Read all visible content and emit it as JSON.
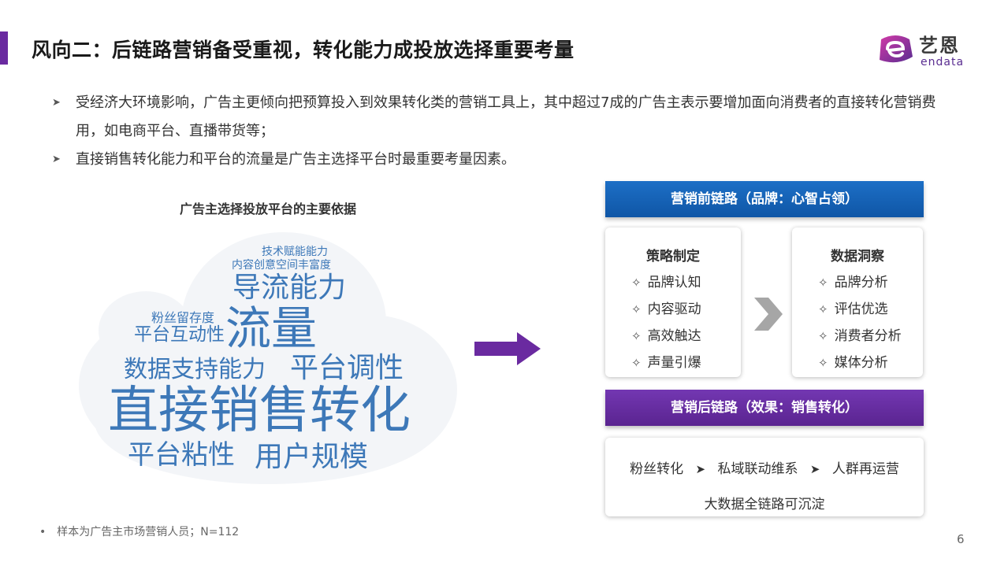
{
  "title": "风向二：后链路营销备受重视，转化能力成投放选择重要考量",
  "logo": {
    "cn": "艺恩",
    "en": "endata"
  },
  "bullets": [
    "受经济大环境影响，广告主更倾向把预算投入到效果转化类的营销工具上，其中超过7成的广告主表示要增加面向消费者的直接转化营销费用，如电商平台、直播带货等；",
    "直接销售转化能力和平台的流量是广告主选择平台时最重要考量因素。"
  ],
  "wordcloud": {
    "title": "广告主选择投放平台的主要依据",
    "words": [
      "技术赋能能力",
      "内容创意空间丰富度",
      "导流能力",
      "粉丝留存度",
      "平台互动性",
      "流量",
      "数据支持能力",
      "平台调性",
      "直接销售转化",
      "平台粘性",
      "用户规模"
    ]
  },
  "pre_chain": {
    "band": "营销前链路（品牌：心智占领）",
    "strategy": {
      "title": "策略制定",
      "items": [
        "品牌认知",
        "内容驱动",
        "高效触达",
        "声量引爆"
      ]
    },
    "insight": {
      "title": "数据洞察",
      "items": [
        "品牌分析",
        "评估优选",
        "消费者分析",
        "媒体分析"
      ]
    }
  },
  "post_chain": {
    "band": "营销后链路（效果：销售转化）",
    "flow": [
      "粉丝转化",
      "私域联动维系",
      "人群再运营"
    ],
    "sub": "大数据全链路可沉淀"
  },
  "footnote": "样本为广告主市场营销人员；N=112",
  "page_number": "6",
  "colors": {
    "accent": "#6a2aa0",
    "blue": "#1366be",
    "purple": "#6a2aa0",
    "word": "#3d78b8"
  }
}
